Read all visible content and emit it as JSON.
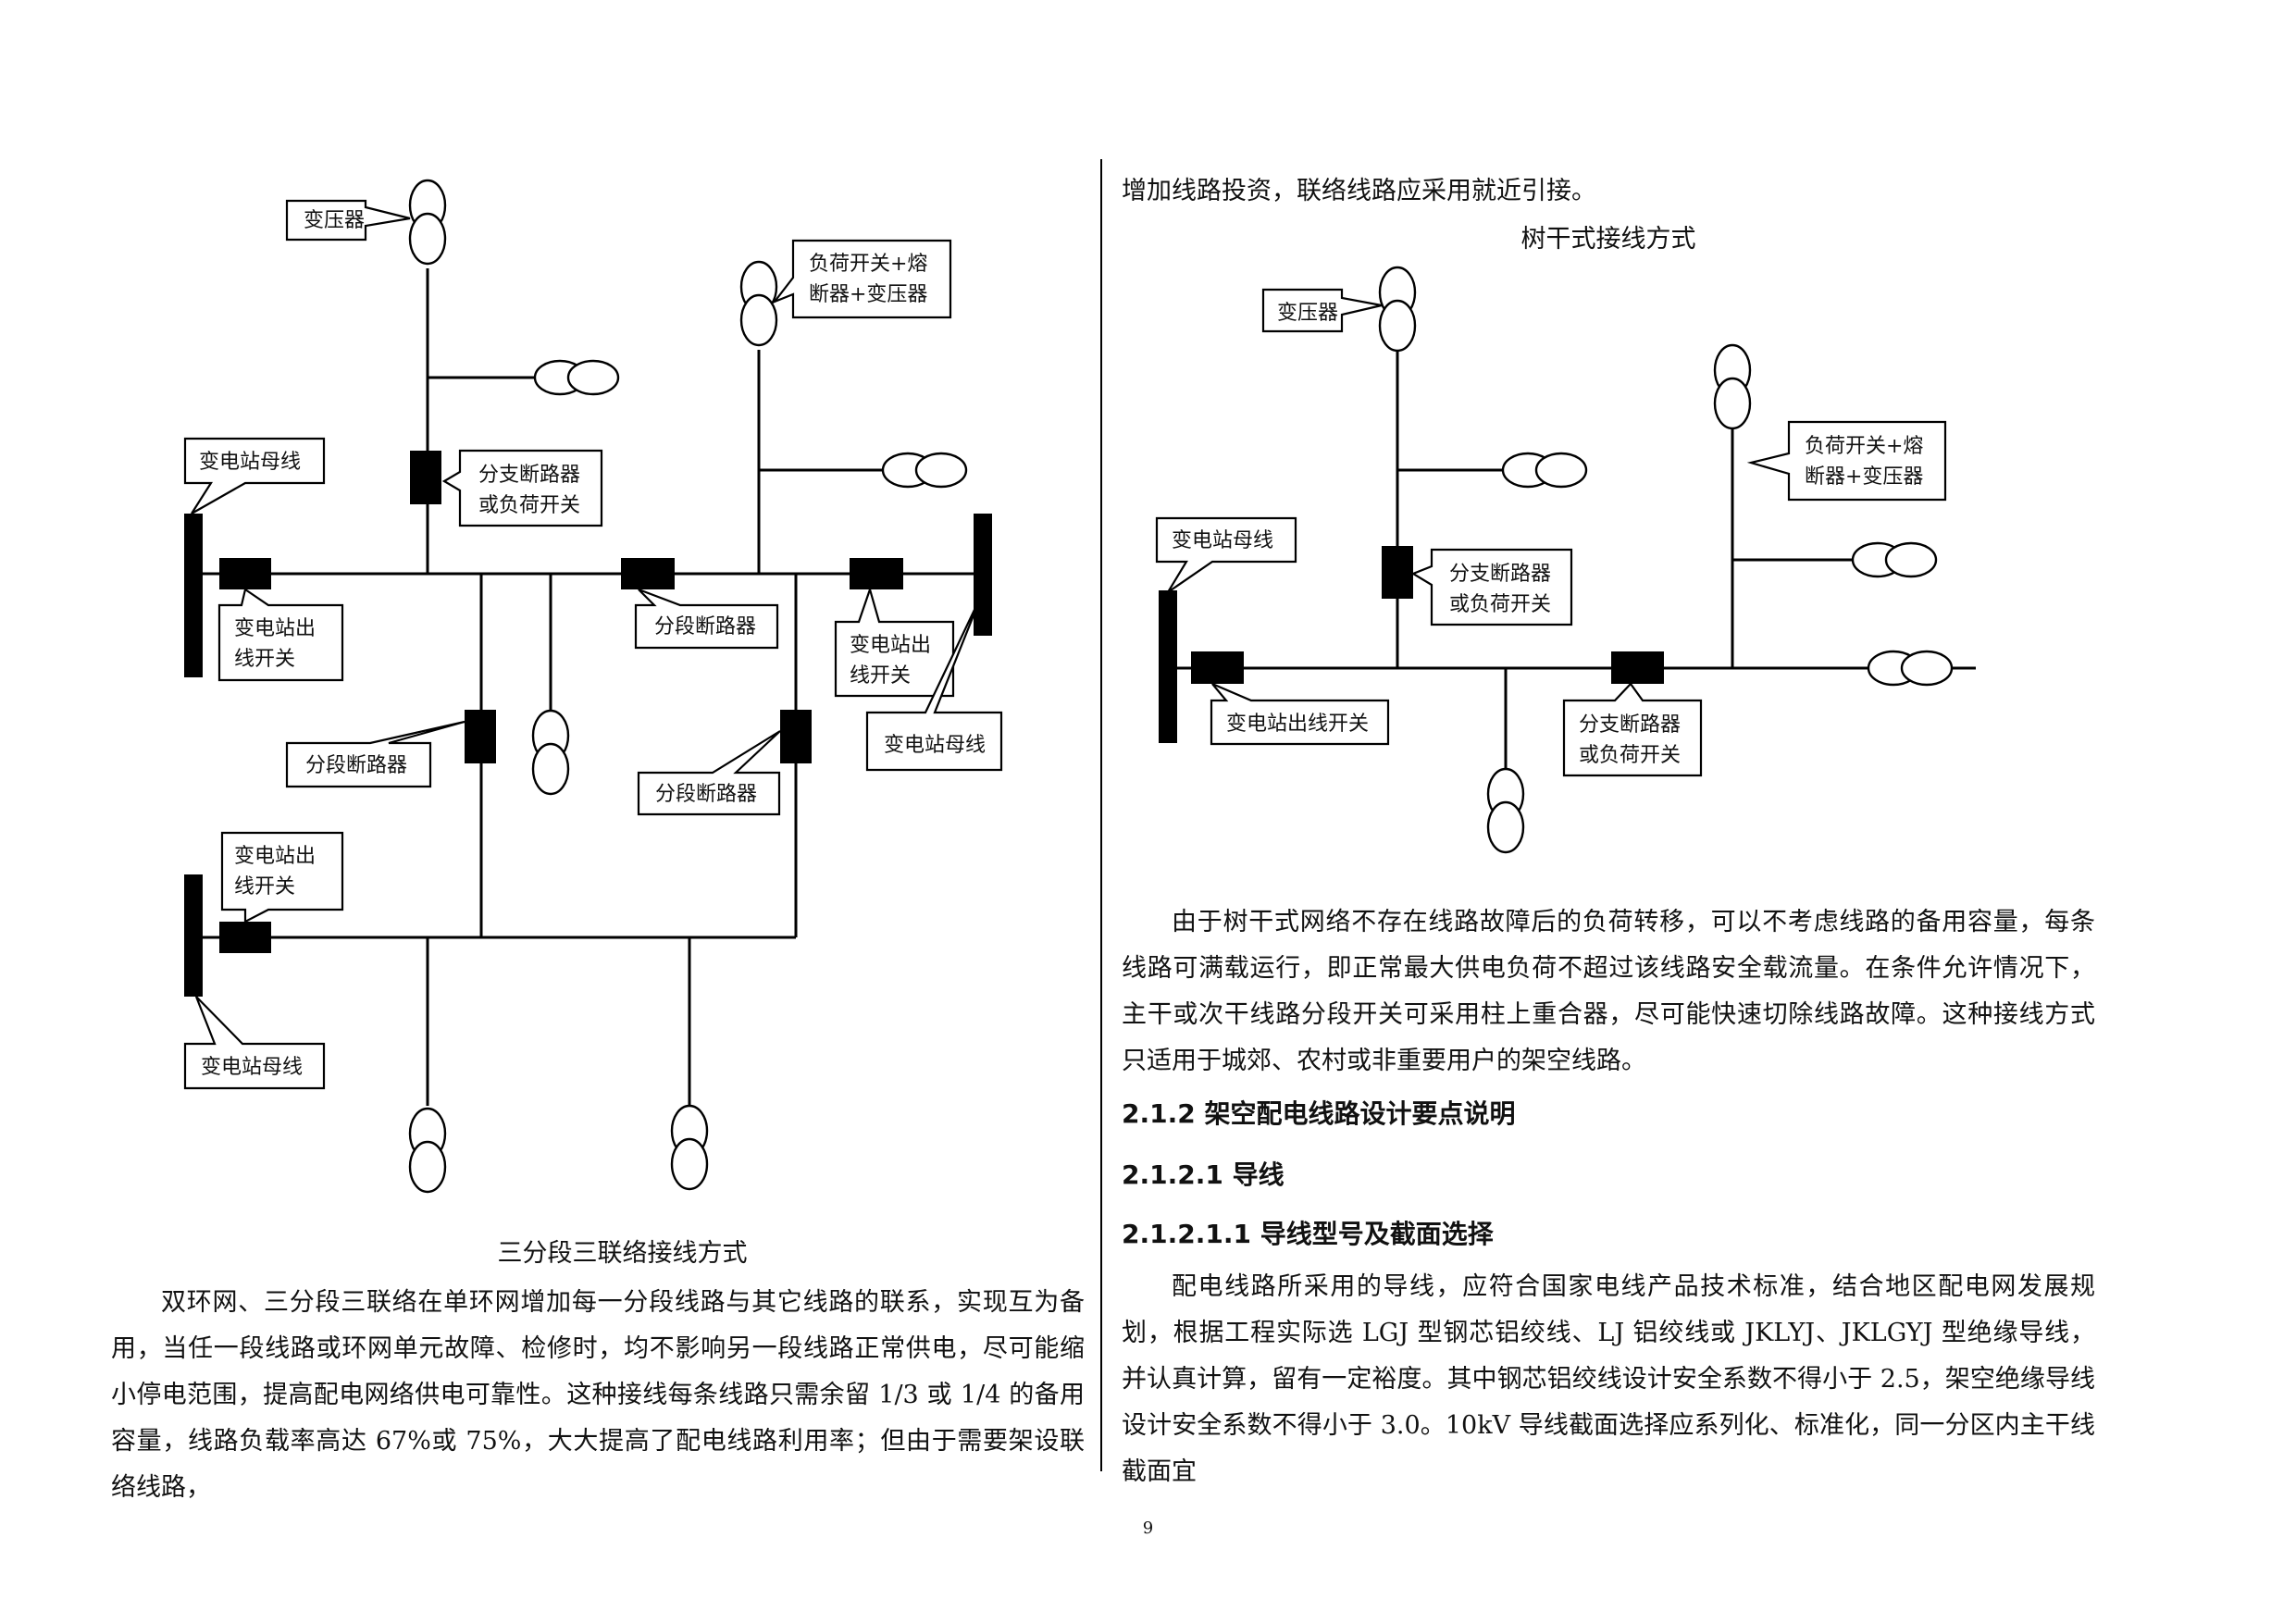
{
  "labels": {
    "transformer": "变压器",
    "load_switch_fuse_line1": "负荷开关+熔",
    "load_switch_fuse_line2": "断器+变压器",
    "substation_bus": "变电站母线",
    "branch_breaker_line1": "分支断路器",
    "branch_breaker_line2": "或负荷开关",
    "substation_outlet_line1": "变电站出",
    "substation_outlet_line2": "线开关",
    "sectional_breaker": "分段断路器",
    "substation_outlet_switch": "变电站出线开关",
    "sectional_branch_line1": "分支断路器",
    "sectional_branch_line2": "或负荷开关"
  },
  "left": {
    "caption": "三分段三联络接线方式",
    "paragraph": "双环网、三分段三联络在单环网增加每一分段线路与其它线路的联系，实现互为备用，当任一段线路或环网单元故障、检修时，均不影响另一段线路正常供电，尽可能缩小停电范围，提高配电网络供电可靠性。这种接线每条线路只需余留 1/3 或 1/4 的备用容量，线路负载率高达 67%或 75%，大大提高了配电线路利用率；但由于需要架设联络线路，"
  },
  "right": {
    "continuation": "增加线路投资，联络线路应采用就近引接。",
    "caption": "树干式接线方式",
    "paragraph1": "由于树干式网络不存在线路故障后的负荷转移，可以不考虑线路的备用容量，每条线路可满载运行，即正常最大供电负荷不超过该线路安全载流量。在条件允许情况下，主干或次干线路分段开关可采用柱上重合器，尽可能快速切除线路故障。这种接线方式只适用于城郊、农村或非重要用户的架空线路。",
    "heading1": "2.1.2  架空配电线路设计要点说明",
    "heading2": "2.1.2.1 导线",
    "heading3": "2.1.2.1.1 导线型号及截面选择",
    "paragraph2": "配电线路所采用的导线，应符合国家电线产品技术标准，结合地区配电网发展规划，根据工程实际选 LGJ 型钢芯铝绞线、LJ 铝绞线或 JKLYJ、JKLGYJ 型绝缘导线，并认真计算，留有一定裕度。其中钢芯铝绞线设计安全系数不得小于 2.5，架空绝缘导线设计安全系数不得小于 3.0。10kV  导线截面选择应系列化、标准化，同一分区内主干线截面宜"
  },
  "page_number": "9"
}
